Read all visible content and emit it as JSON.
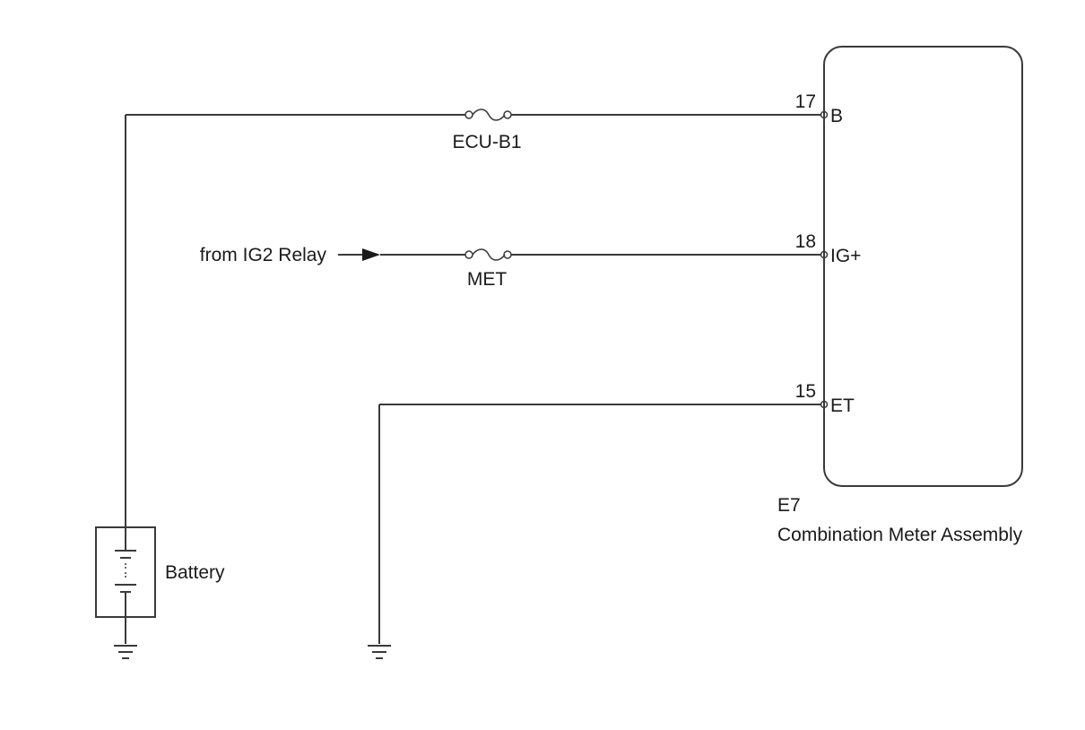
{
  "diagram": {
    "component": {
      "code": "E7",
      "name": "Combination Meter Assembly"
    },
    "terminals": [
      {
        "pin": "17",
        "name": "B"
      },
      {
        "pin": "18",
        "name": "IG+"
      },
      {
        "pin": "15",
        "name": "ET"
      }
    ],
    "fuses": [
      {
        "name": "ECU-B1"
      },
      {
        "name": "MET"
      }
    ],
    "source_label": "from IG2 Relay",
    "battery_label": "Battery"
  }
}
